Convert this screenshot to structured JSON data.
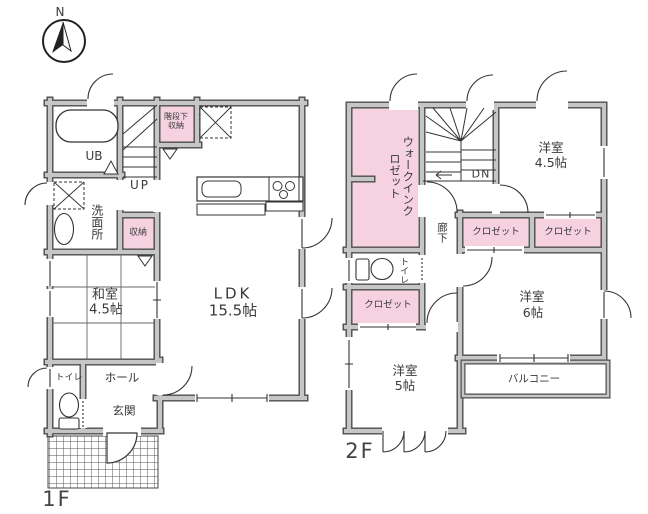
{
  "compass": {
    "north_label": "N"
  },
  "floor1": {
    "label": "1F",
    "bath_label": "UB",
    "washroom_label": "洗面所",
    "stairs_label": "UP",
    "under_stairs_storage_label": "階段下収納",
    "storage_label": "収納",
    "japanese_room_name": "和室",
    "japanese_room_size": "4.5帖",
    "ldk_name": "LDK",
    "ldk_size": "15.5帖",
    "toilet_label": "トイレ",
    "hall_label": "ホール",
    "entrance_label": "玄関"
  },
  "floor2": {
    "label": "2F",
    "walk_in_closet_label": "ウォークインクロゼット",
    "stairs_label": "DN",
    "corridor_label": "廊下",
    "room45_name": "洋室",
    "room45_size": "4.5帖",
    "closet_label": "クロゼット",
    "toilet_label": "トイレ",
    "room6_name": "洋室",
    "room6_size": "6帖",
    "room5_name": "洋室",
    "room5_size": "5帖",
    "balcony_label": "バルコニー"
  },
  "colors": {
    "storage_pink": "#f6d2e0",
    "wall_fill": "#c6c6c6",
    "wall_edge": "#4d4d4d",
    "line_color": "#333333"
  }
}
